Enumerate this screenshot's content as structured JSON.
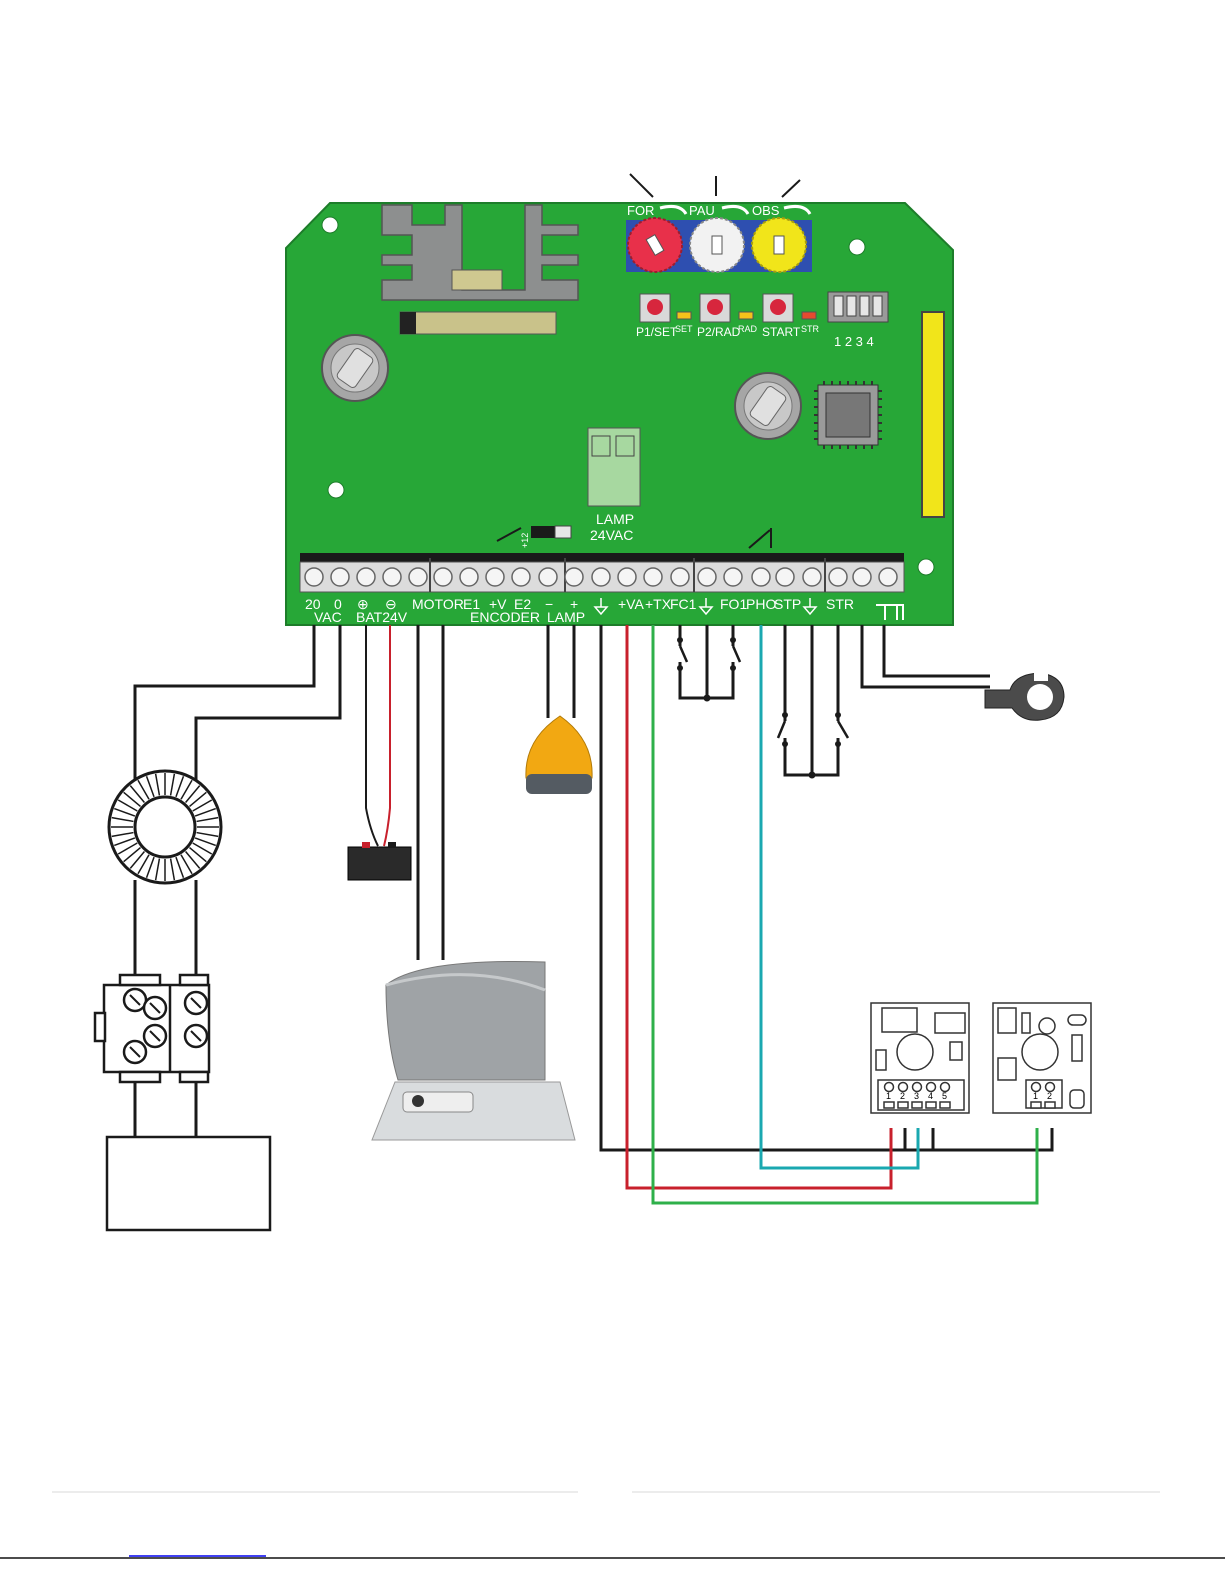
{
  "board": {
    "knobs": [
      {
        "label": "FOR",
        "color": "#e8304a"
      },
      {
        "label": "PAU",
        "color": "#f2f2f2"
      },
      {
        "label": "OBS",
        "color": "#f1e51a"
      }
    ],
    "buttons": [
      "P1/SET",
      "P2/RAD",
      "START"
    ],
    "leds": [
      "SET",
      "RAD",
      "STR"
    ],
    "dip_labels": "1 2 3 4",
    "lamp_connector": [
      "LAMP",
      "24VAC"
    ],
    "jumper_label": "+12",
    "terminal_labels": [
      "20",
      "0",
      "⊕",
      "⊖",
      "MOTOR",
      "E1",
      "+V",
      "E2",
      "−",
      "+",
      "+VA",
      "+TX",
      "FC1",
      "FO1",
      "PHO",
      "STP",
      "STR"
    ],
    "group_labels": [
      "VAC",
      "BAT24V",
      "ENCODER",
      "LAMP"
    ],
    "pcb_color": "#27a737"
  },
  "receivers": {
    "rx_terminals": [
      "1",
      "2",
      "3",
      "4",
      "5"
    ],
    "tx_terminals": [
      "1",
      "2"
    ]
  },
  "wire_colors": {
    "black": "#1a1a1a",
    "red": "#c8202c",
    "green": "#2fb04a",
    "cyan": "#1aa8b0"
  },
  "footer": {
    "accent": "#0000ee"
  }
}
